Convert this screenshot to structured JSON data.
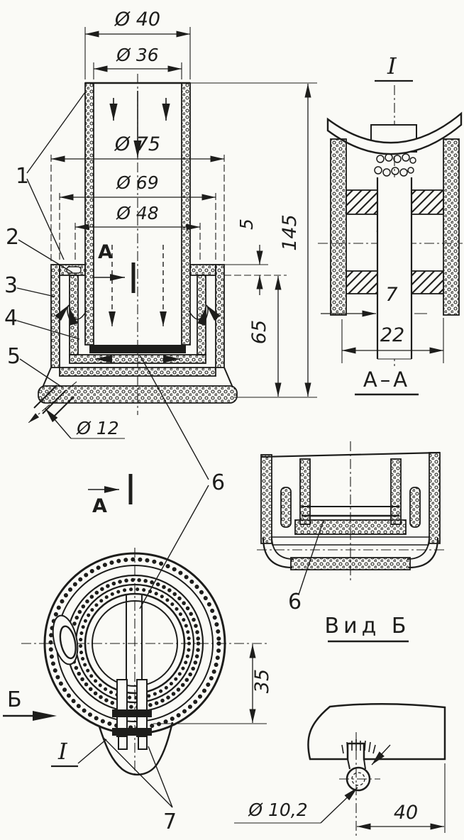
{
  "meta": {
    "description": "Technical drawing of a cylindrical silencer assembly: main vertical section, section A-A, view B, plan view and hole detail",
    "paper_color": "#fafaf6",
    "ink_color": "#1d1d1b"
  },
  "dims": {
    "d40": "Ø 40",
    "d36": "Ø 36",
    "d75": "Ø 75",
    "d69": "Ø 69",
    "d48": "Ø 48",
    "g5": "5",
    "h145": "145",
    "h65": "65",
    "d12": "Ø 12",
    "aa7": "7",
    "aa22": "22",
    "p35": "35",
    "hole102": "Ø 10,2",
    "e40": "40"
  },
  "labels": {
    "sectionAA": "А–А",
    "viewB": "Вид Б",
    "cutA": "А",
    "arrowB": "Б",
    "detailI": "I"
  },
  "parts": {
    "p1": "1",
    "p2": "2",
    "p3": "3",
    "p4": "4",
    "p5": "5",
    "p6": "6",
    "p7": "7"
  }
}
